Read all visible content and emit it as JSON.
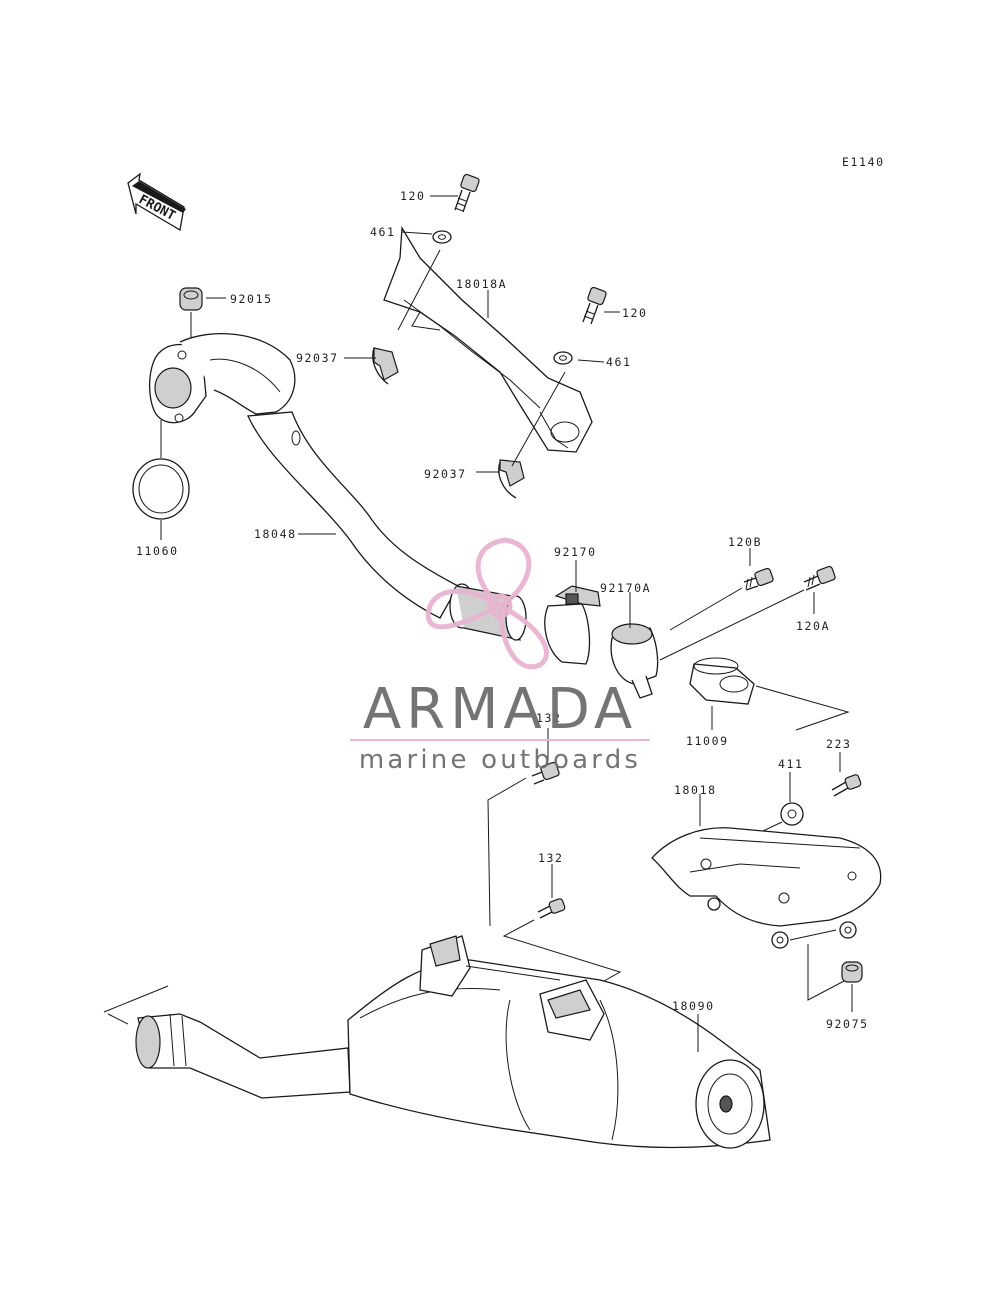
{
  "diagram": {
    "code": "E1140",
    "front_label": "FRONT"
  },
  "parts": {
    "p120_top": "120",
    "p461_top": "461",
    "p18018A": "18018A",
    "p120_right": "120",
    "p461_right": "461",
    "p92015": "92015",
    "p92037_a": "92037",
    "p92037_b": "92037",
    "p11060": "11060",
    "p18048": "18048",
    "p92170": "92170",
    "p92170A": "92170A",
    "p120B": "120B",
    "p120A": "120A",
    "p11009": "11009",
    "p132_a": "132",
    "p223": "223",
    "p411": "411",
    "p18018": "18018",
    "p132_b": "132",
    "p18090": "18090",
    "p92075": "92075"
  },
  "watermark": {
    "title": "ARMADA",
    "subtitle": "marine outboards",
    "title_color": "#6d6d6d",
    "accent_color": "#e8b4cf"
  }
}
